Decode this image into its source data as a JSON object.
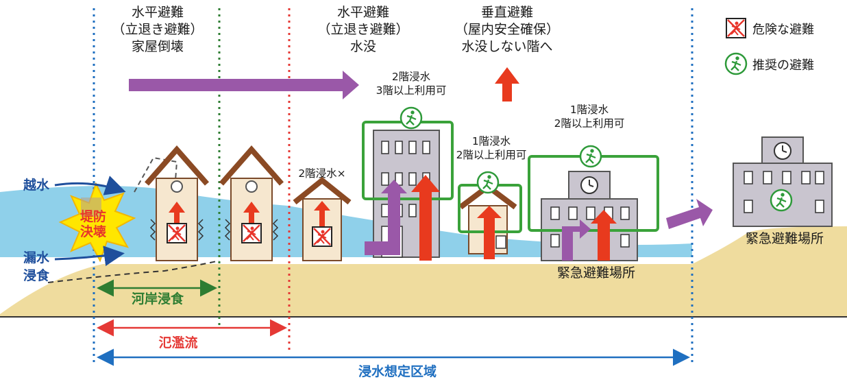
{
  "headers": {
    "h1": [
      "水平避難",
      "（立退き避難）",
      "家屋倒壊"
    ],
    "h2": [
      "水平避難",
      "（立退き避難）",
      "水没"
    ],
    "h3": [
      "垂直避難",
      "（屋内安全確保）",
      "水没しない階へ"
    ]
  },
  "legend": {
    "danger": "危険な避難",
    "recommended": "推奨の避難",
    "danger_color": "#e8352b",
    "recommended_color": "#2e9a3a"
  },
  "notes": {
    "b1": "2階浸水×",
    "b2": [
      "2階浸水",
      "3階以上利用可"
    ],
    "b3": [
      "1階浸水",
      "2階以上利用可"
    ],
    "b4": [
      "1階浸水",
      "2階以上利用可"
    ]
  },
  "left_labels": {
    "overflow": "越水",
    "leak": "漏水",
    "erosion": "浸食",
    "burst": [
      "堤防",
      "決壊"
    ]
  },
  "bottom_labels": {
    "bank_erosion": "河岸浸食",
    "flood_flow": "氾濫流",
    "flood_area": "浸水想定区域"
  },
  "shelters": {
    "mid": "緊急避難場所",
    "right": "緊急避難場所"
  },
  "colors": {
    "water": "#8fd0ea",
    "ground": "#efdc9e",
    "purple": "#9a58a8",
    "red": "#e83a1e",
    "blue_line": "#1f6fc0",
    "green_line": "#2e7d32",
    "red_line": "#e53935"
  }
}
